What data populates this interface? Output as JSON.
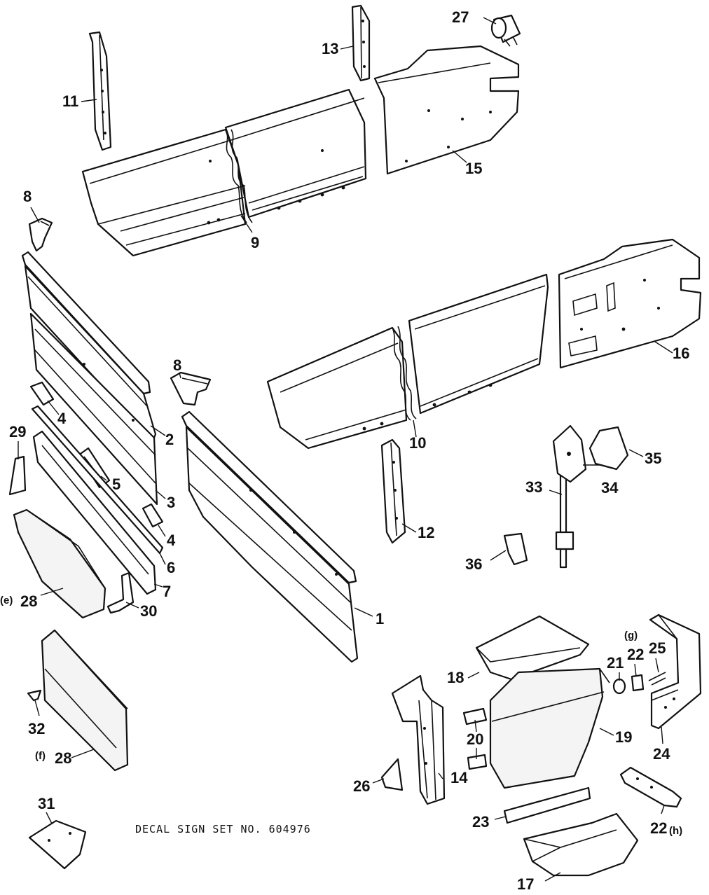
{
  "decal_text": "DECAL SIGN SET NO. 604976",
  "labels": {
    "p1": "1",
    "p2": "2",
    "p3": "3",
    "p4a": "4",
    "p4b": "4",
    "p5": "5",
    "p6": "6",
    "p7": "7",
    "p8a": "8",
    "p8b": "8",
    "p9": "9",
    "p10": "10",
    "p11": "11",
    "p12": "12",
    "p13": "13",
    "p14": "14",
    "p15": "15",
    "p16": "16",
    "p17": "17",
    "p18": "18",
    "p19": "19",
    "p20": "20",
    "p21": "21",
    "p22a": "22",
    "p22b": "22",
    "p23": "23",
    "p24": "24",
    "p25": "25",
    "p26": "26",
    "p27": "27",
    "p28e": "28",
    "p28f": "28",
    "p29": "29",
    "p30": "30",
    "p31": "31",
    "p32": "32",
    "p33": "33",
    "p34": "34",
    "p35": "35",
    "p36": "36"
  },
  "suffixes": {
    "e": "(e)",
    "f": "(f)",
    "g": "(g)",
    "h": "(h)"
  }
}
